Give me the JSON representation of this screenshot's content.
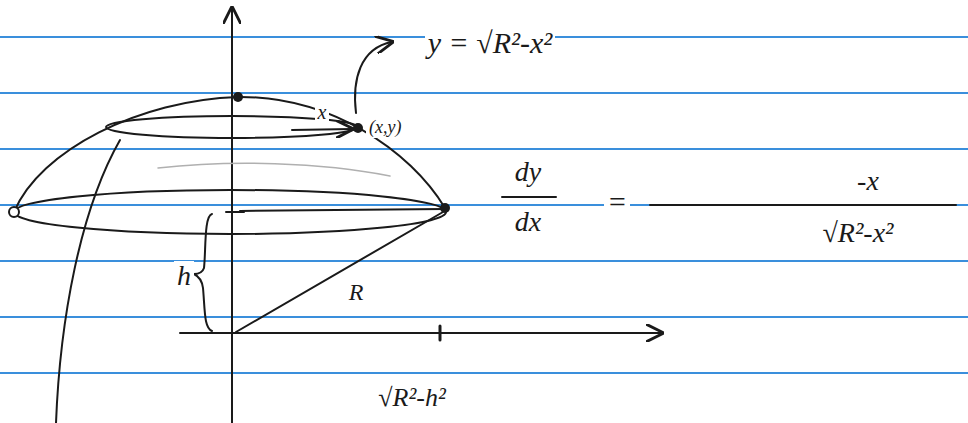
{
  "diagram": {
    "labels": [
      "y = √R²-x²",
      "x",
      "(x,y)",
      "dy",
      "dx",
      "=",
      "-x",
      "√R²-x²",
      "h",
      "R",
      "√R²-h²"
    ]
  }
}
